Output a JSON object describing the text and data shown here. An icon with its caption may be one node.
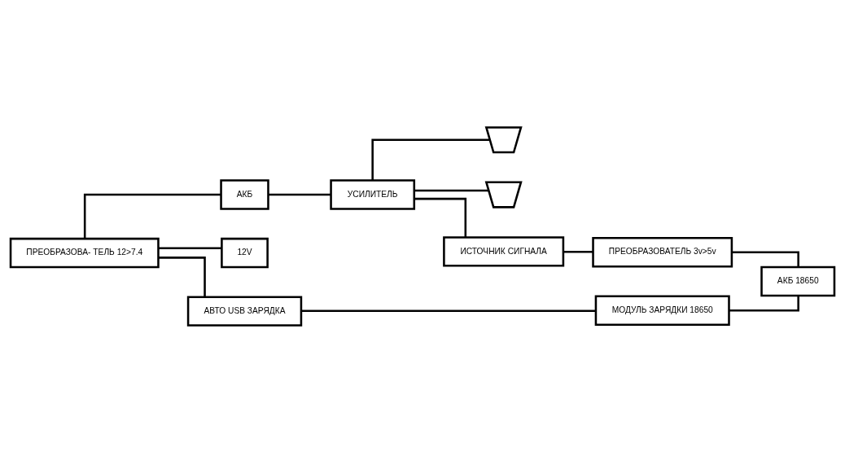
{
  "diagram": {
    "nodes": [
      {
        "text": [
          "ПРЕОБРАЗОВА- ТЕЛЬ 12>7.4"
        ]
      },
      {
        "text": [
          "АКБ"
        ]
      },
      {
        "text": [
          "УСИЛИТЕЛЬ"
        ]
      },
      {
        "text": [],
        "shape": "speaker"
      },
      {
        "text": [],
        "shape": "speaker"
      },
      {
        "text": [
          "12V"
        ]
      },
      {
        "text": [
          "ИСТОЧНИК СИГНАЛА"
        ]
      },
      {
        "text": [
          "ПРЕОБРАЗОВАТЕЛЬ 3v>5v"
        ]
      },
      {
        "text": [
          "АВТО USB ЗАРЯДКА"
        ]
      },
      {
        "text": [
          "МОДУЛЬ ЗАРЯДКИ 18650"
        ]
      },
      {
        "text": [
          "АКБ 18650"
        ]
      }
    ],
    "edges": [
      {
        "from": 0,
        "to": 1,
        "arrow": "none"
      },
      {
        "from": 1,
        "to": 2,
        "arrow": "none"
      },
      {
        "from": 2,
        "to": 3,
        "arrow": "none"
      },
      {
        "from": 2,
        "to": 4,
        "arrow": "none"
      },
      {
        "from": 0,
        "to": 5,
        "arrow": "none"
      },
      {
        "from": 0,
        "to": 8,
        "arrow": "none"
      },
      {
        "from": 2,
        "to": 6,
        "arrow": "none"
      },
      {
        "from": 6,
        "to": 7,
        "arrow": "none"
      },
      {
        "from": 7,
        "to": 10,
        "arrow": "none"
      },
      {
        "from": 8,
        "to": 9,
        "arrow": "none"
      },
      {
        "from": 9,
        "to": 10,
        "arrow": "none"
      }
    ]
  }
}
